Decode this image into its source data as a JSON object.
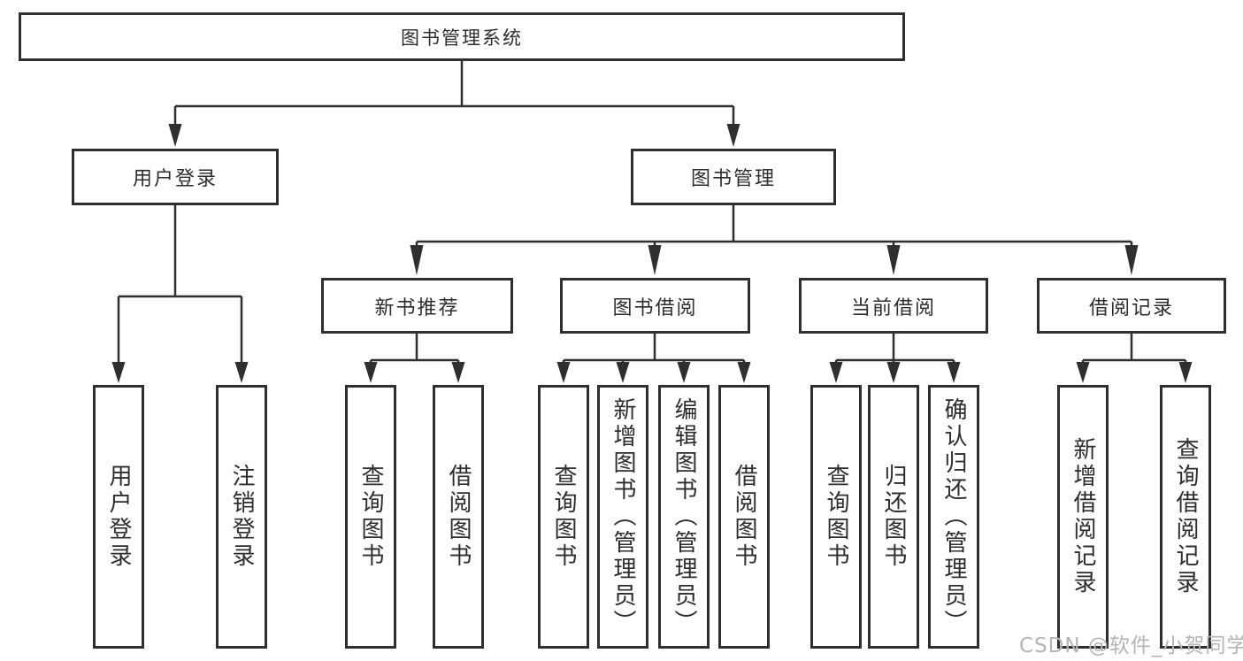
{
  "colors": {
    "line": "#2f2f2f",
    "box_border": "#2f2f2f",
    "text": "#2d2d2d",
    "background": "#ffffff",
    "watermark": "#b5b5b5"
  },
  "watermark": {
    "text": "CSDN @软件_小贺同学"
  },
  "tree": {
    "root": {
      "label": "图书管理系统",
      "children": [
        {
          "label": "用户登录",
          "children": [
            {
              "label": "用户登录"
            },
            {
              "label": "注销登录"
            }
          ]
        },
        {
          "label": "图书管理",
          "children": [
            {
              "label": "新书推荐",
              "children": [
                {
                  "label": "查询图书"
                },
                {
                  "label": "借阅图书"
                }
              ]
            },
            {
              "label": "图书借阅",
              "children": [
                {
                  "label": "查询图书"
                },
                {
                  "label": "新增图书（管理员）"
                },
                {
                  "label": "编辑图书（管理员）"
                },
                {
                  "label": "借阅图书"
                }
              ]
            },
            {
              "label": "当前借阅",
              "children": [
                {
                  "label": "查询图书"
                },
                {
                  "label": "归还图书"
                },
                {
                  "label": "确认归还（管理员）"
                }
              ]
            },
            {
              "label": "借阅记录",
              "children": [
                {
                  "label": "新增借阅记录"
                },
                {
                  "label": "查询借阅记录"
                }
              ]
            }
          ]
        }
      ]
    }
  }
}
